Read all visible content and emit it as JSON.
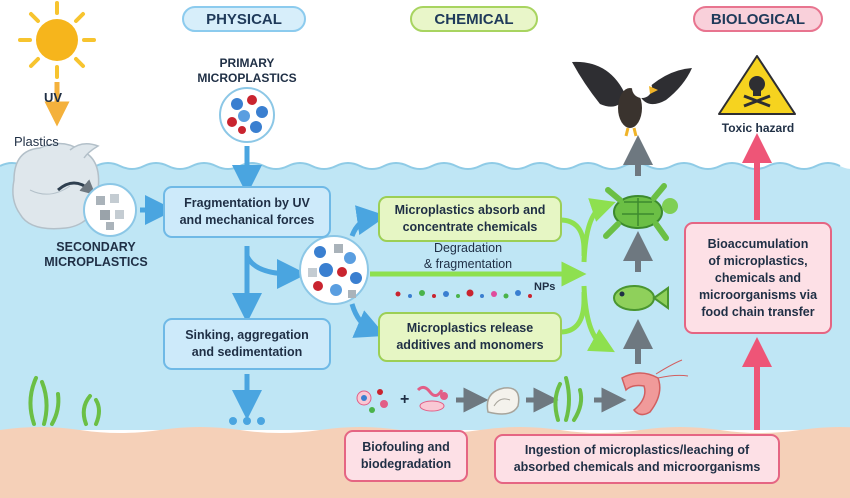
{
  "headers": {
    "physical": "PHYSICAL",
    "chemical": "CHEMICAL",
    "biological": "BIOLOGICAL"
  },
  "labels": {
    "uv": "UV",
    "plastics": "Plastics",
    "primary": "PRIMARY\nMICROPLASTICS",
    "secondary": "SECONDARY\nMICROPLASTICS",
    "degradation": "Degradation\n& fragmentation",
    "nps": "NPs",
    "toxic": "Toxic hazard"
  },
  "boxes": {
    "fragmentation": "Fragmentation by UV\nand mechanical forces",
    "sinking": "Sinking, aggregation\nand sedimentation",
    "absorb": "Microplastics absorb and\nconcentrate chemicals",
    "release": "Microplastics release\nadditives and monomers",
    "bioaccumulation": "Bioaccumulation\nof microplastics,\nchemicals and\nmicroorganisms via\nfood chain transfer",
    "biofouling": "Biofouling and\nbiodegradation",
    "ingestion": "Ingestion of microplastics/leaching of\nabsorbed chemicals and microorganisms"
  },
  "colors": {
    "water": "#bfe6f5",
    "sediment": "#f5d0b8",
    "blue_arrow": "#4aa5e0",
    "green_arrow": "#8ee04f",
    "gray_arrow": "#6e7880",
    "pink_arrow": "#ee5577"
  },
  "icons": [
    "sun-icon",
    "bag-icon",
    "microplastic-cluster-icon",
    "eagle-icon",
    "toxic-hazard-icon",
    "turtle-icon",
    "fish-icon",
    "shrimp-icon",
    "shell-icon",
    "seaweed-icon"
  ]
}
